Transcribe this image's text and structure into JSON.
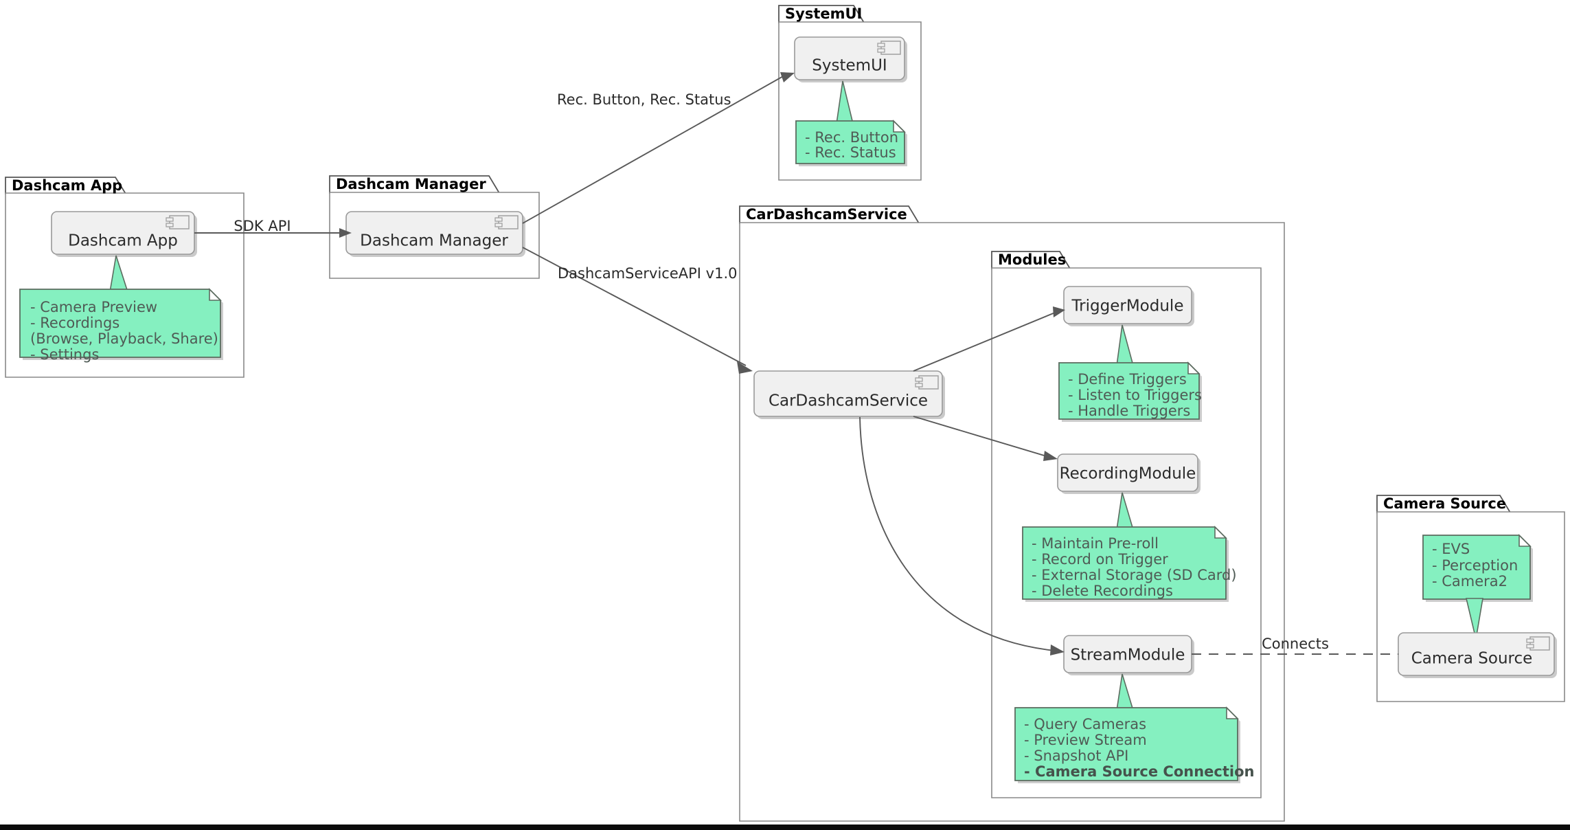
{
  "diagram": {
    "kind": "uml-component-diagram",
    "title_visible": false,
    "colors": {
      "note_fill": "#85f0c0",
      "note_border": "#5b6b5f",
      "note_text": "#4f5b55",
      "component_fill": "#f0f0f0",
      "component_border": "#999999",
      "package_border": "#888888",
      "edge": "#595959",
      "text": "#2b2b2b",
      "canvas": "#ffffff"
    },
    "packages": [
      {
        "id": "pkg-dashcam-app",
        "label": "Dashcam App"
      },
      {
        "id": "pkg-dashcam-manager",
        "label": "Dashcam Manager"
      },
      {
        "id": "pkg-systemui",
        "label": "SystemUI"
      },
      {
        "id": "pkg-cardashcamservice",
        "label": "CarDashcamService"
      },
      {
        "id": "pkg-modules",
        "label": "Modules"
      },
      {
        "id": "pkg-camera-source",
        "label": "Camera Source"
      }
    ],
    "components": [
      {
        "id": "cmp-dashcam-app",
        "label": "Dashcam App",
        "has_component_icon": true
      },
      {
        "id": "cmp-dashcam-manager",
        "label": "Dashcam Manager",
        "has_component_icon": true
      },
      {
        "id": "cmp-systemui",
        "label": "SystemUI",
        "has_component_icon": true
      },
      {
        "id": "cmp-cardashcamservice",
        "label": "CarDashcamService",
        "has_component_icon": true
      },
      {
        "id": "cmp-triggermodule",
        "label": "TriggerModule",
        "has_component_icon": false
      },
      {
        "id": "cmp-recordingmodule",
        "label": "RecordingModule",
        "has_component_icon": false
      },
      {
        "id": "cmp-streammodule",
        "label": "StreamModule",
        "has_component_icon": false
      },
      {
        "id": "cmp-camera-source",
        "label": "Camera Source",
        "has_component_icon": true
      }
    ],
    "notes": [
      {
        "id": "note-dashcam-app",
        "attached_to": "cmp-dashcam-app",
        "lines": [
          {
            "text": "- Camera Preview",
            "bold": false
          },
          {
            "text": "- Recordings",
            "bold": false
          },
          {
            "text": "  (Browse, Playback, Share)",
            "bold": false
          },
          {
            "text": "- Settings",
            "bold": false
          }
        ]
      },
      {
        "id": "note-systemui",
        "attached_to": "cmp-systemui",
        "lines": [
          {
            "text": "- Rec. Button",
            "bold": false
          },
          {
            "text": "- Rec. Status",
            "bold": false
          }
        ]
      },
      {
        "id": "note-triggermodule",
        "attached_to": "cmp-triggermodule",
        "lines": [
          {
            "text": "- Define Triggers",
            "bold": false
          },
          {
            "text": "- Listen to Triggers",
            "bold": false
          },
          {
            "text": "- Handle Triggers",
            "bold": false
          }
        ]
      },
      {
        "id": "note-recordingmodule",
        "attached_to": "cmp-recordingmodule",
        "lines": [
          {
            "text": "- Maintain Pre-roll",
            "bold": false
          },
          {
            "text": "- Record on Trigger",
            "bold": false
          },
          {
            "text": "- External Storage (SD Card)",
            "bold": false
          },
          {
            "text": "- Delete Recordings",
            "bold": false
          }
        ]
      },
      {
        "id": "note-streammodule",
        "attached_to": "cmp-streammodule",
        "lines": [
          {
            "text": "- Query Cameras",
            "bold": false
          },
          {
            "text": "- Preview Stream",
            "bold": false
          },
          {
            "text": "- Snapshot API",
            "bold": false
          },
          {
            "text": "- Camera Source Connection",
            "bold": true
          }
        ]
      },
      {
        "id": "note-camera-source",
        "attached_to": "cmp-camera-source",
        "lines": [
          {
            "text": "- EVS",
            "bold": false
          },
          {
            "text": "- Perception",
            "bold": false
          },
          {
            "text": "- Camera2",
            "bold": false
          }
        ]
      }
    ],
    "edges": [
      {
        "id": "edge-sdk-api",
        "from": "cmp-dashcam-app",
        "to": "cmp-dashcam-manager",
        "label": "SDK API",
        "style": "solid",
        "arrow": true
      },
      {
        "id": "edge-rec-button-status",
        "from": "cmp-dashcam-manager",
        "to": "cmp-systemui",
        "label": "Rec. Button, Rec. Status",
        "style": "solid",
        "arrow": true
      },
      {
        "id": "edge-dashcamserviceapi",
        "from": "cmp-dashcam-manager",
        "to": "cmp-cardashcamservice",
        "label": "DashcamServiceAPI v1.0",
        "style": "solid",
        "arrow": true
      },
      {
        "id": "edge-service-trigger",
        "from": "cmp-cardashcamservice",
        "to": "cmp-triggermodule",
        "label": "",
        "style": "solid",
        "arrow": true
      },
      {
        "id": "edge-service-recording",
        "from": "cmp-cardashcamservice",
        "to": "cmp-recordingmodule",
        "label": "",
        "style": "solid",
        "arrow": true
      },
      {
        "id": "edge-service-stream",
        "from": "cmp-cardashcamservice",
        "to": "cmp-streammodule",
        "label": "",
        "style": "solid",
        "arrow": true
      },
      {
        "id": "edge-connects",
        "from": "cmp-streammodule",
        "to": "cmp-camera-source",
        "label": "Connects",
        "style": "dashed",
        "arrow": false
      }
    ],
    "labels": {
      "sdk_api": "SDK API",
      "rec_button_status": "Rec. Button, Rec. Status",
      "dashcam_service_api": "DashcamServiceAPI v1.0",
      "connects": "Connects"
    }
  }
}
